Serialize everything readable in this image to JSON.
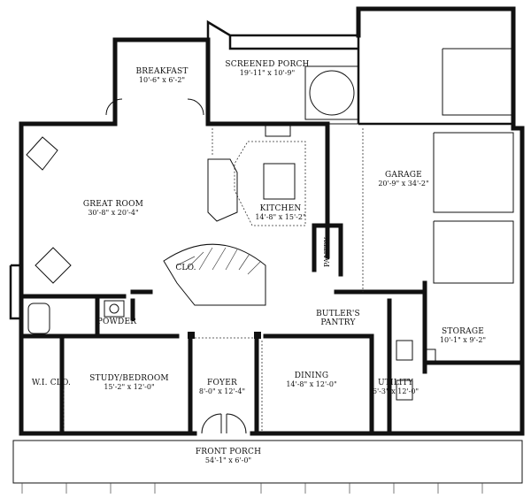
{
  "rooms": {
    "breakfast": {
      "name": "BREAKFAST",
      "dim": "10'-6\" x 6'-2\""
    },
    "screened_porch": {
      "name": "SCREENED PORCH",
      "dim": "19'-11\" x 10'-9\""
    },
    "great_room": {
      "name": "GREAT ROOM",
      "dim": "30'-8\" x 20'-4\""
    },
    "kitchen": {
      "name": "KITCHEN",
      "dim": "14'-8\" x 15'-2\""
    },
    "garage": {
      "name": "GARAGE",
      "dim": "20'-9\" x 34'-2\""
    },
    "pantry": {
      "name": "PANTRY"
    },
    "clo": {
      "name": "CLO."
    },
    "powder": {
      "name": "POWDER"
    },
    "butlers_pantry": {
      "name": "BUTLER'S",
      "name2": "PANTRY"
    },
    "storage": {
      "name": "STORAGE",
      "dim": "10'-1\" x 9'-2\""
    },
    "wi_clo": {
      "name": "W.I. CLO."
    },
    "study": {
      "name": "STUDY/BEDROOM",
      "dim": "15'-2\" x 12'-0\""
    },
    "foyer": {
      "name": "FOYER",
      "dim": "8'-0\" x 12'-4\""
    },
    "dining": {
      "name": "DINING",
      "dim": "14'-8\" x 12'-0\""
    },
    "utility": {
      "name": "UTILITY",
      "dim": "6'-3\" x 12'-0\""
    },
    "front_porch": {
      "name": "FRONT PORCH",
      "dim": "54'-1\" x 6'-0\""
    }
  }
}
